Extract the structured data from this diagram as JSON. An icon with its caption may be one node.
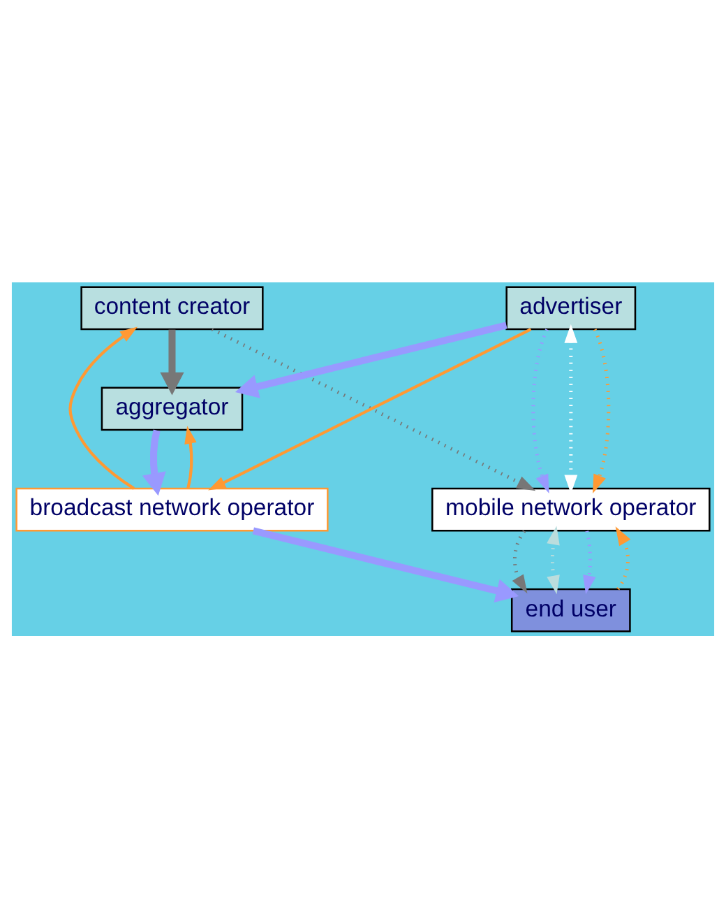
{
  "diagram": {
    "nodes": [
      {
        "text": [
          "content creator"
        ]
      },
      {
        "text": [
          "advertiser"
        ]
      },
      {
        "text": [
          "aggregator"
        ]
      },
      {
        "text": [
          "broadcast network operator"
        ]
      },
      {
        "text": [
          "mobile network operator"
        ]
      },
      {
        "text": [
          "end user"
        ]
      }
    ],
    "edges": [
      {
        "from": 0,
        "to": 2,
        "arrow": "to",
        "style": "thick",
        "color": "#777777"
      },
      {
        "from": 1,
        "to": 2,
        "arrow": "to",
        "style": "thick",
        "color": "#9999ff"
      },
      {
        "from": 0,
        "to": 4,
        "arrow": "to",
        "style": "dashed",
        "color": "#777777"
      },
      {
        "from": 4,
        "to": 1,
        "arrow": "both",
        "style": "dashed",
        "color": "#ffffff"
      },
      {
        "from": 1,
        "to": 4,
        "arrow": "to",
        "style": "dashed",
        "color": "#9999ff"
      },
      {
        "from": 1,
        "to": 4,
        "arrow": "to",
        "style": "dashed",
        "color": "#ff9933"
      },
      {
        "from": 1,
        "to": 3,
        "arrow": "to",
        "color": "#ff9933"
      },
      {
        "from": 3,
        "to": 0,
        "arrow": "to",
        "color": "#ff9933"
      },
      {
        "from": 3,
        "to": 2,
        "arrow": "to",
        "color": "#ff9933"
      },
      {
        "from": 2,
        "to": 3,
        "arrow": "to",
        "style": "thick",
        "color": "#9999ff"
      },
      {
        "from": 3,
        "to": 5,
        "arrow": "to",
        "style": "thick",
        "color": "#9999ff"
      },
      {
        "from": 4,
        "to": 5,
        "arrow": "to",
        "style": "dashed",
        "color": "#777777"
      },
      {
        "from": 5,
        "to": 4,
        "arrow": "both",
        "style": "dashed",
        "color": "#bbdddd"
      },
      {
        "from": 4,
        "to": 5,
        "arrow": "to",
        "style": "dashed",
        "color": "#9999ff"
      },
      {
        "from": 5,
        "to": 4,
        "arrow": "to",
        "style": "dashed",
        "color": "#ff9933"
      }
    ]
  }
}
